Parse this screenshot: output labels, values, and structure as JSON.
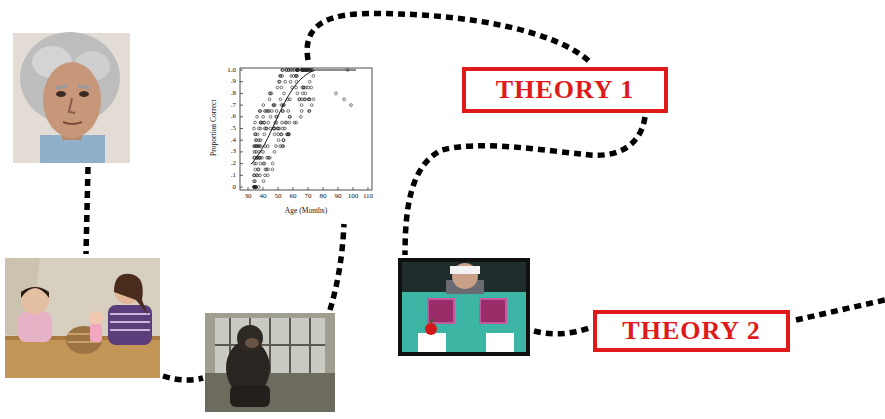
{
  "diagram": {
    "nodes": [
      {
        "text": [
          "THEORY 1"
        ]
      },
      {
        "text": [
          "THEORY 2"
        ]
      }
    ],
    "labels": [
      "1.0",
      ".9",
      ".8",
      ".7",
      ".6",
      ".5",
      ".4",
      ".3",
      ".2",
      ".1",
      "0",
      "Proportion Correct",
      "30",
      "40",
      "50",
      "60",
      "70",
      "80",
      "90",
      "100",
      "110",
      "Age (Months)"
    ]
  }
}
